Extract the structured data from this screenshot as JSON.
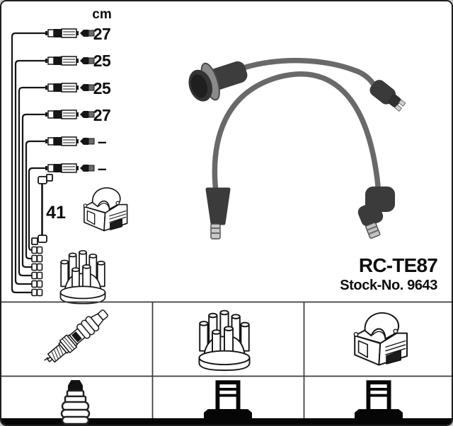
{
  "product": {
    "code": "RC-TE87",
    "stock_line": "Stock-No. 9643"
  },
  "schematic": {
    "unit_header": "cm",
    "cable_lengths": [
      "27",
      "25",
      "25",
      "27",
      "–",
      "–"
    ],
    "coil_wire_length": "41"
  },
  "photo": {
    "description": "two ignition lead cables, one straight with distributor boot, one arched with spark plug boots"
  },
  "legend": {
    "top_row": [
      {
        "icon": "spark-plug-icon"
      },
      {
        "icon": "distributor-cap-icon"
      },
      {
        "icon": "ignition-coil-icon"
      }
    ],
    "bottom_row": [
      {
        "icon": "plug-boot-connector-icon"
      },
      {
        "icon": "coil-terminal-connector-icon"
      },
      {
        "icon": "coil-terminal-connector-icon"
      }
    ]
  },
  "colors": {
    "line_art": "#151515",
    "cable_gray": "#696969",
    "boot_dark": "#3b3b3b",
    "metal_tip": "#c9c9c9",
    "border": "#1e1e1e",
    "bottom_bar": "#060606",
    "page_bg": "#c9c9c9"
  }
}
